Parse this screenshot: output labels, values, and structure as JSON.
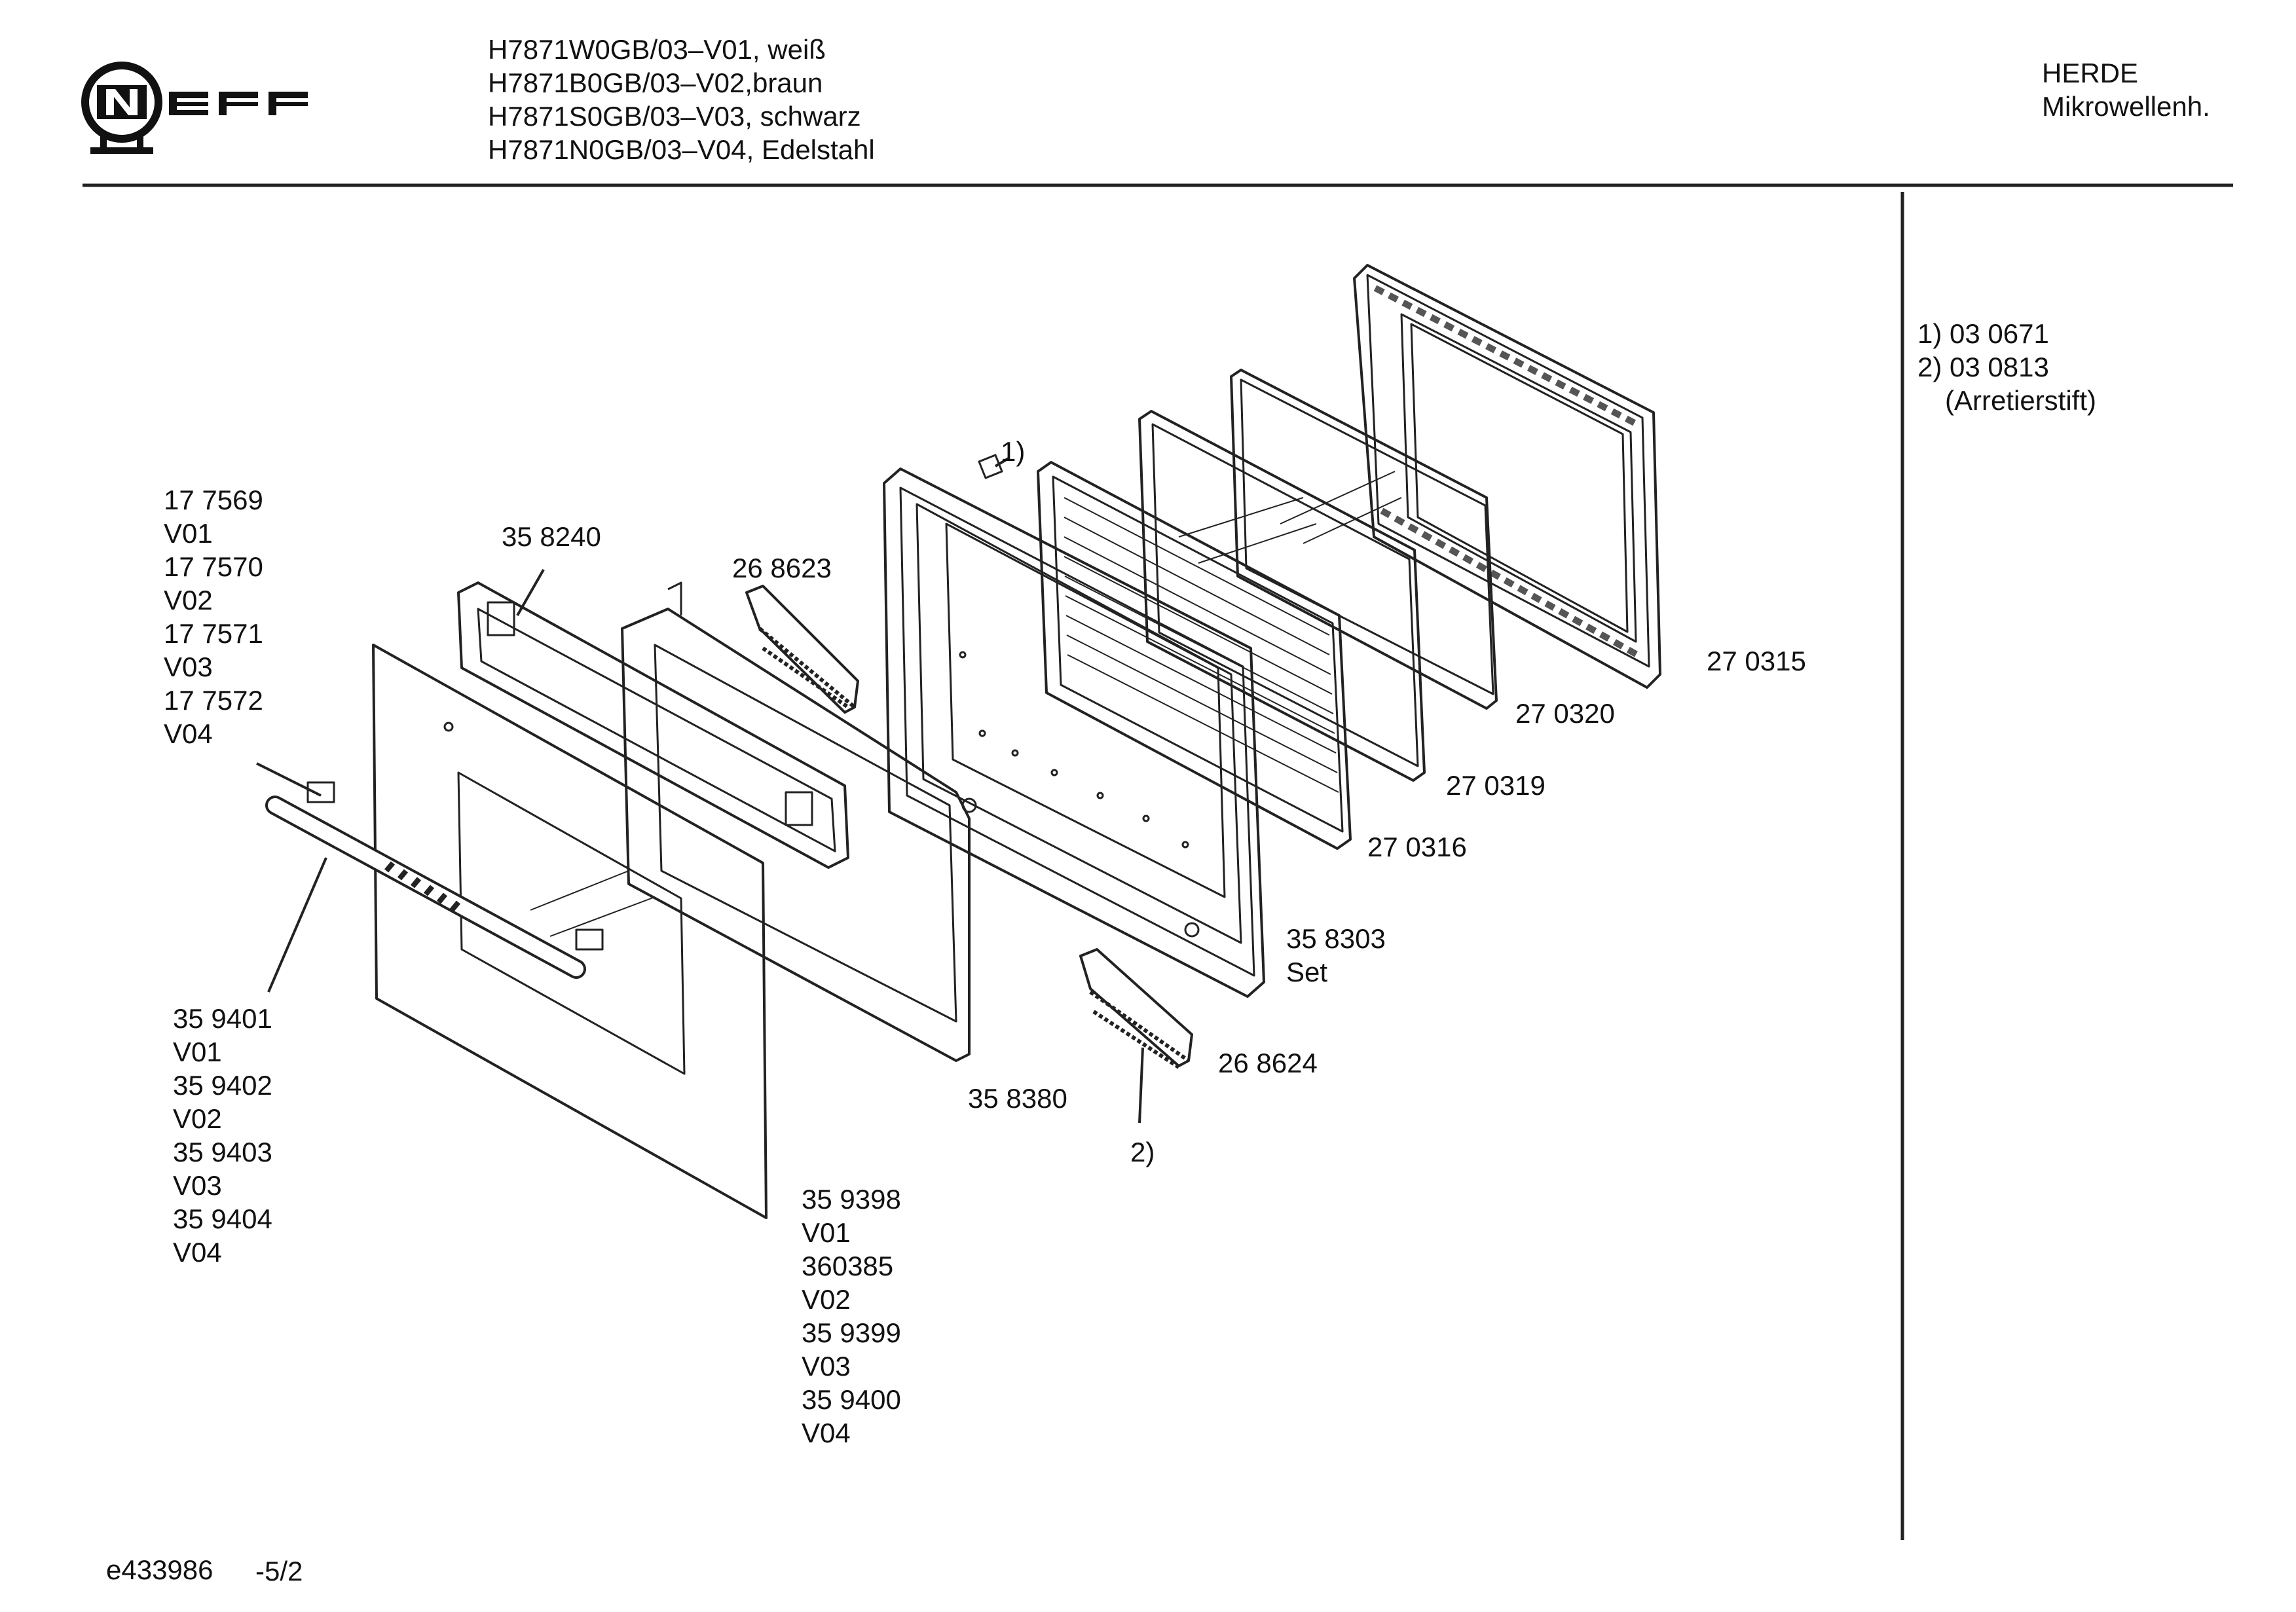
{
  "brand": "NEFF",
  "header": {
    "models": [
      "H7871W0GB/03–V01, weiß",
      "H7871B0GB/03–V02,braun",
      "H7871S0GB/03–V03, schwarz",
      "H7871N0GB/03–V04, Edelstahl"
    ],
    "category": "HERDE",
    "subcategory": "Mikrowellenh."
  },
  "notes": [
    "1) 03 0671",
    "2) 03 0813",
    "(Arretierstift)"
  ],
  "labels": {
    "part_177569": [
      "17 7569",
      "V01",
      "17 7570",
      "V02",
      "17 7571",
      "V03",
      "17 7572",
      "V04"
    ],
    "part_358240": "35 8240",
    "part_268623": "26 8623",
    "callout_1": "1)",
    "part_270315": "27 0315",
    "part_270320": "27 0320",
    "part_270319": "27 0319",
    "part_270316": "27 0316",
    "part_358303": [
      "35 8303",
      "Set"
    ],
    "part_268624": "26 8624",
    "part_358380": "35 8380",
    "callout_2": "2)",
    "part_359401": [
      "35 9401",
      "V01",
      "35 9402",
      "V02",
      "35 9403",
      "V03",
      "35 9404",
      "V04"
    ],
    "part_359398": [
      "35 9398",
      "V01",
      "360385",
      "V02",
      "35 9399",
      "V03",
      "35 9400",
      "V04"
    ]
  },
  "footer": {
    "doc_id": "e433986",
    "page": "-5/2"
  }
}
